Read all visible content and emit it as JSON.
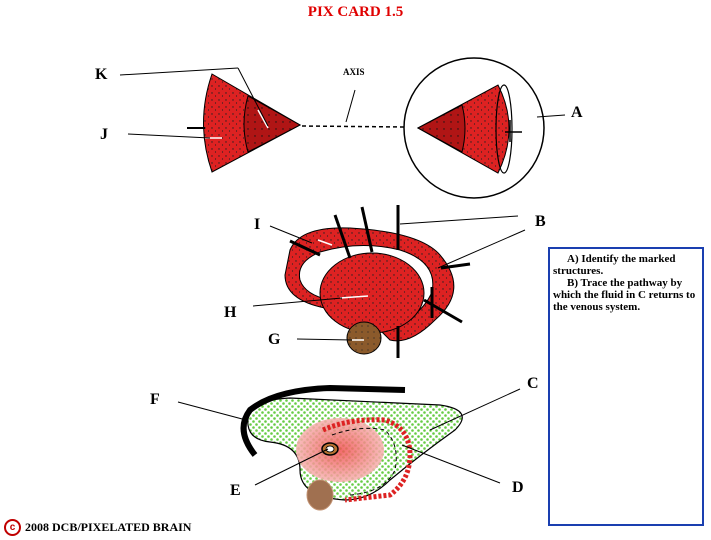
{
  "title": "PIX CARD 1.5",
  "axis_label": "AXIS",
  "labels": {
    "A": "A",
    "B": "B",
    "C": "C",
    "D": "D",
    "E": "E",
    "F": "F",
    "G": "G",
    "H": "H",
    "I": "I",
    "J": "J",
    "K": "K"
  },
  "questions": {
    "a": "A) Identify the marked structures.",
    "b": "B) Trace the pathway by which the fluid in C returns to the venous system."
  },
  "footer": {
    "symbol": "c",
    "text": "2008  DCB/PIXELATED BRAIN"
  },
  "colors": {
    "title": "#e00000",
    "tissue_red": "#dd2222",
    "tissue_dark_red": "#b01515",
    "csf_green": "#66cc44",
    "gland_brown": "#8b5a2b",
    "box_border": "#1a3fb0"
  }
}
